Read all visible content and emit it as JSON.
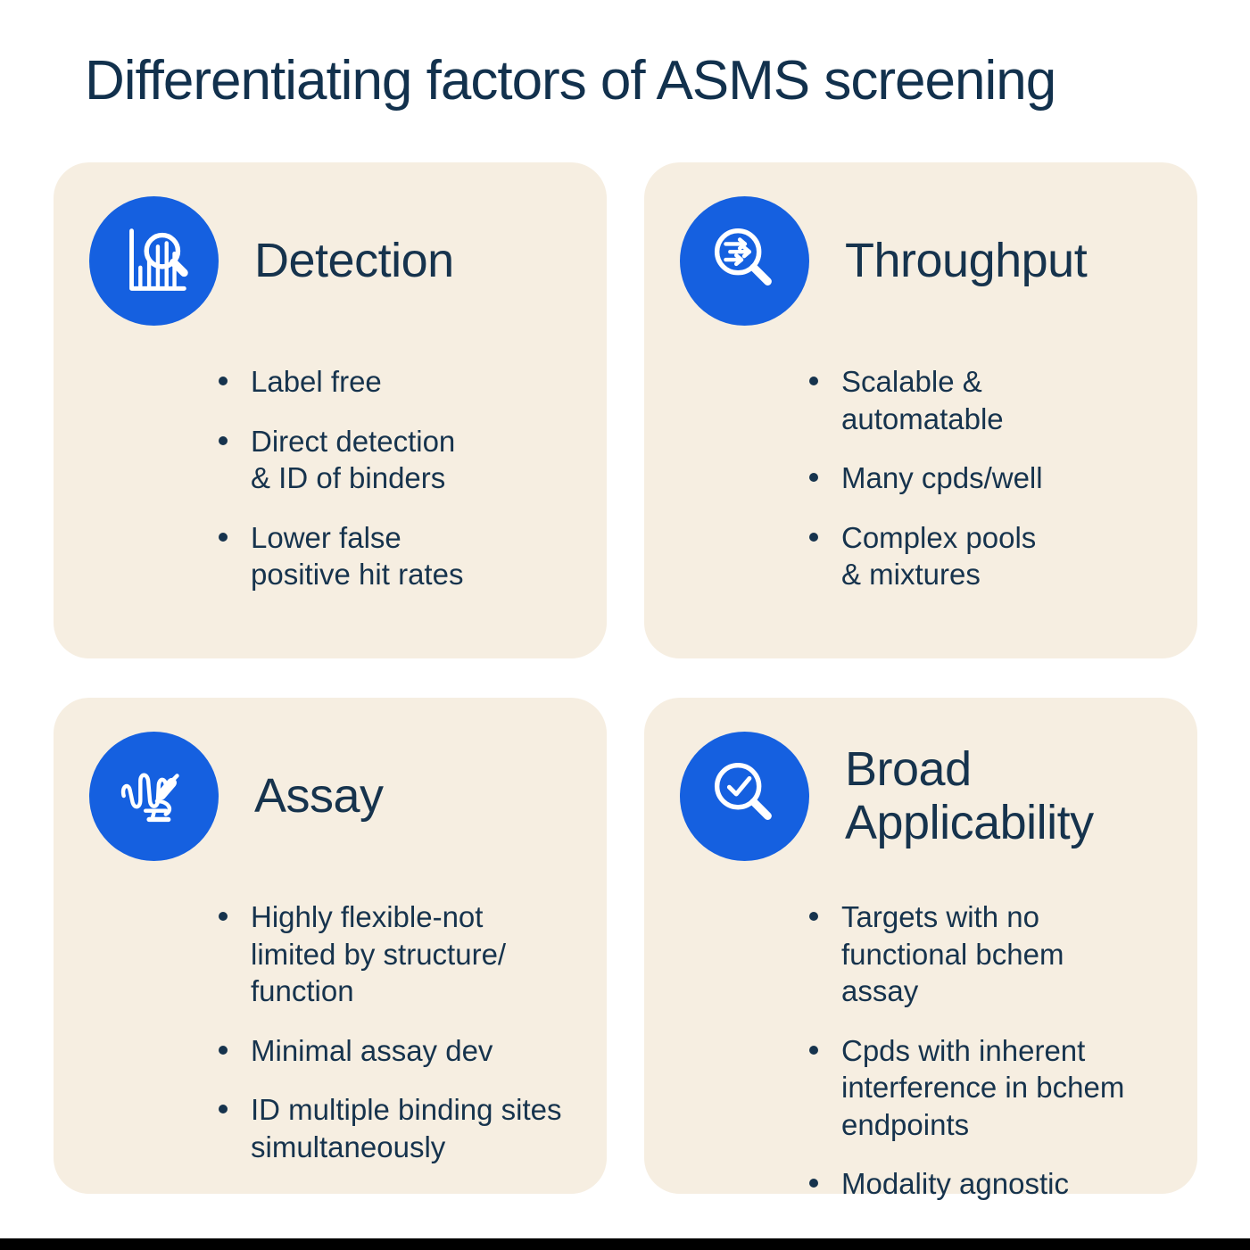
{
  "page": {
    "title": "Differentiating factors of ASMS screening"
  },
  "colors": {
    "card_background": "#f6eee1",
    "accent_blue": "#1560e0",
    "text_navy": "#16334d",
    "footer_black": "#000000",
    "icon_stroke": "#ffffff"
  },
  "cards": [
    {
      "title": "Detection",
      "icon": "bar-chart-magnifier-icon",
      "bullets": [
        "Label free",
        "Direct detection\n& ID of binders",
        "Lower false\npositive hit rates"
      ]
    },
    {
      "title": "Throughput",
      "icon": "arrows-magnifier-icon",
      "bullets": [
        "Scalable &\nautomatable",
        "Many cpds/well",
        "Complex pools\n& mixtures"
      ]
    },
    {
      "title": "Assay",
      "icon": "waveform-microscope-icon",
      "bullets": [
        "Highly flexible-not\nlimited by structure/\nfunction",
        "Minimal assay dev",
        "ID multiple binding sites\nsimultaneously"
      ]
    },
    {
      "title": "Broad\nApplicability",
      "icon": "checkmark-magnifier-icon",
      "bullets": [
        "Targets with no\nfunctional bchem\nassay",
        "Cpds with inherent\ninterference in bchem\nendpoints",
        "Modality agnostic"
      ]
    }
  ]
}
